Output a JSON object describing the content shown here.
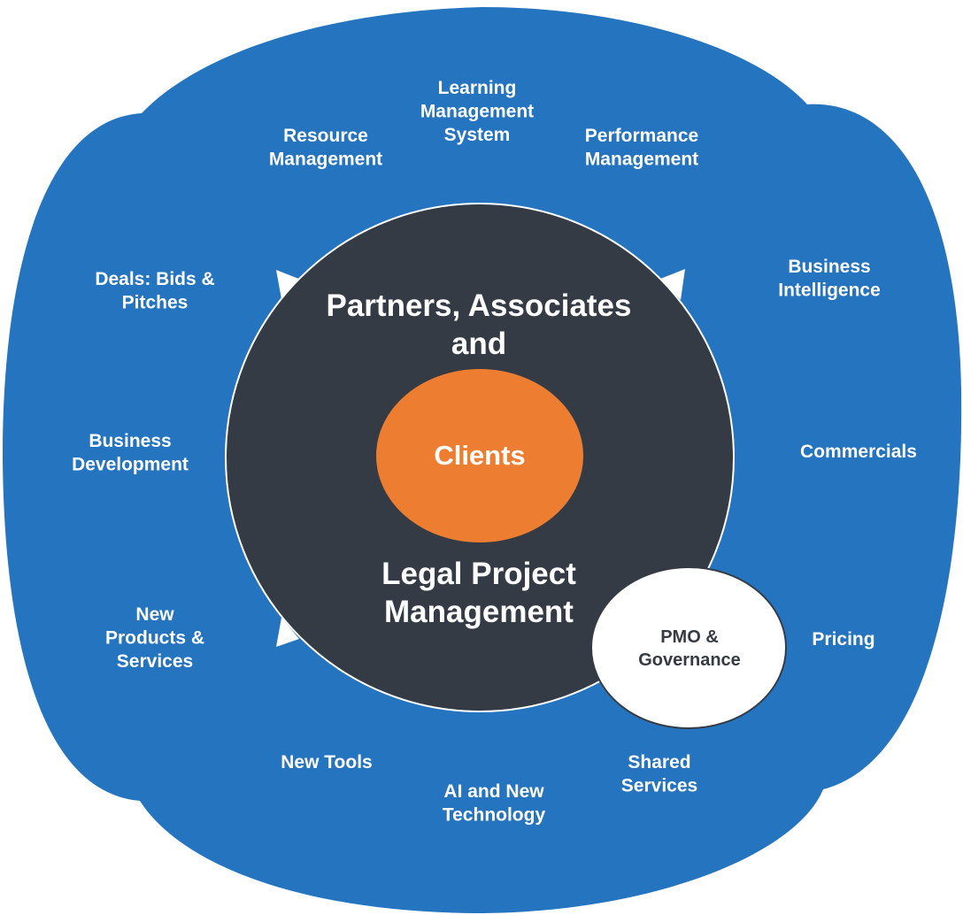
{
  "colors": {
    "outer_blob": "#2474bf",
    "inner_circle": "#353b45",
    "clients_fill": "#ed7d31",
    "pmo_fill": "#ffffff",
    "pmo_text": "#353b45",
    "text": "#ffffff"
  },
  "center": {
    "top_line1": "Partners, Associates",
    "top_line2": "and",
    "bottom_line1": "Legal Project",
    "bottom_line2": "Management",
    "clients": "Clients"
  },
  "pmo": {
    "line1": "PMO &",
    "line2": "Governance"
  },
  "outer_items": [
    {
      "id": "learning-management-system",
      "lines": [
        "Learning",
        "Management",
        "System"
      ]
    },
    {
      "id": "resource-management",
      "lines": [
        "Resource",
        "Management"
      ]
    },
    {
      "id": "performance-management",
      "lines": [
        "Performance",
        "Management"
      ]
    },
    {
      "id": "business-intelligence",
      "lines": [
        "Business",
        "Intelligence"
      ]
    },
    {
      "id": "deals-bids-pitches",
      "lines": [
        "Deals: Bids &",
        "Pitches"
      ]
    },
    {
      "id": "business-development",
      "lines": [
        "Business",
        "Development"
      ]
    },
    {
      "id": "commercials",
      "lines": [
        "Commercials"
      ]
    },
    {
      "id": "new-products-services",
      "lines": [
        "New",
        "Products &",
        "Services"
      ]
    },
    {
      "id": "pricing",
      "lines": [
        "Pricing"
      ]
    },
    {
      "id": "new-tools",
      "lines": [
        "New Tools"
      ]
    },
    {
      "id": "shared-services",
      "lines": [
        "Shared",
        "Services"
      ]
    },
    {
      "id": "ai-new-technology",
      "lines": [
        "AI and New",
        "Technology"
      ]
    }
  ]
}
